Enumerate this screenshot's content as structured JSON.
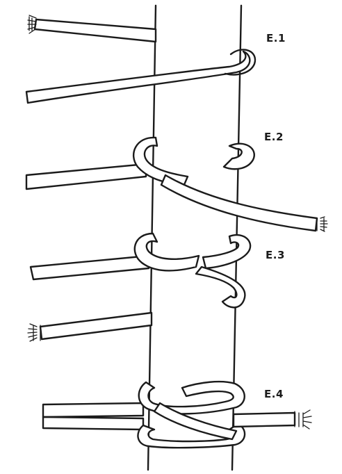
{
  "steps": [
    {
      "label": "E.1"
    },
    {
      "label": "E.2"
    },
    {
      "label": "E.3"
    },
    {
      "label": "E.4"
    }
  ]
}
